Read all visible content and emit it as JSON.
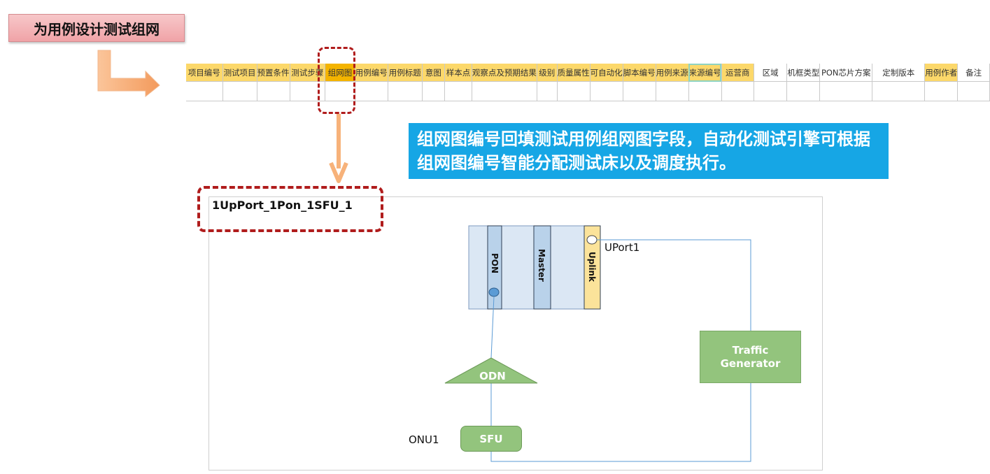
{
  "title": "为用例设计测试组网",
  "table": {
    "headers": [
      {
        "label": "项目编号",
        "w": 52,
        "style": "yel"
      },
      {
        "label": "测试项目",
        "w": 48,
        "style": "yel"
      },
      {
        "label": "预置条件",
        "w": 44,
        "style": "yel"
      },
      {
        "label": "测试步骤",
        "w": 50,
        "style": "yel"
      },
      {
        "label": "组网图",
        "w": 42,
        "style": "org"
      },
      {
        "label": "用例编号",
        "w": 46,
        "style": "yel"
      },
      {
        "label": "用例标题",
        "w": 48,
        "style": "yel"
      },
      {
        "label": "意图",
        "w": 32,
        "style": "yel"
      },
      {
        "label": "样本点",
        "w": 38,
        "style": "yel"
      },
      {
        "label": "观察点及预期结果",
        "w": 84,
        "style": "yel"
      },
      {
        "label": "级别",
        "w": 28,
        "style": "yel"
      },
      {
        "label": "质量属性",
        "w": 46,
        "style": "yel"
      },
      {
        "label": "可自动化",
        "w": 46,
        "style": "yel"
      },
      {
        "label": "脚本编号",
        "w": 46,
        "style": "yel"
      },
      {
        "label": "用例来源",
        "w": 46,
        "style": "yel"
      },
      {
        "label": "来源编号",
        "w": 46,
        "style": "sel"
      },
      {
        "label": "运营商",
        "w": 46,
        "style": "yel"
      },
      {
        "label": "区域",
        "w": 48,
        "style": "wht"
      },
      {
        "label": "机框类型",
        "w": 46,
        "style": "wht"
      },
      {
        "label": "PON芯片方案",
        "w": 74,
        "style": "wht"
      },
      {
        "label": "定制版本",
        "w": 76,
        "style": "wht"
      },
      {
        "label": "用例作者",
        "w": 46,
        "style": "yel"
      },
      {
        "label": "备注",
        "w": 46,
        "style": "wht"
      }
    ]
  },
  "callout": "组网图编号回填测试用例组网图字段，自动化测试引擎可根据组网图编号智能分配测试床以及调度执行。",
  "topology": {
    "name": "1UpPort_1Pon_1SFU_1",
    "olt_boards": [
      "PON",
      "Master",
      "Uplink"
    ],
    "uplink_port": "UPort1",
    "odn": "ODN",
    "traffic_generator": "Traffic Generator",
    "onu_label": "ONU1",
    "sfu": "SFU"
  },
  "colors": {
    "title_bg": "#f0a3a7",
    "header_yellow": "#fcd86a",
    "header_selected": "#f4b400",
    "callout_bg": "#16a6e5",
    "dash_red": "#b01c1c",
    "arrow_orange": "#f7b27a",
    "green_box": "#93c47d",
    "board_blue": "#b9d2ea",
    "uplink_yellow": "#fbe39a",
    "chassis": "#dbe7f4",
    "line": "#5b9bd5"
  }
}
